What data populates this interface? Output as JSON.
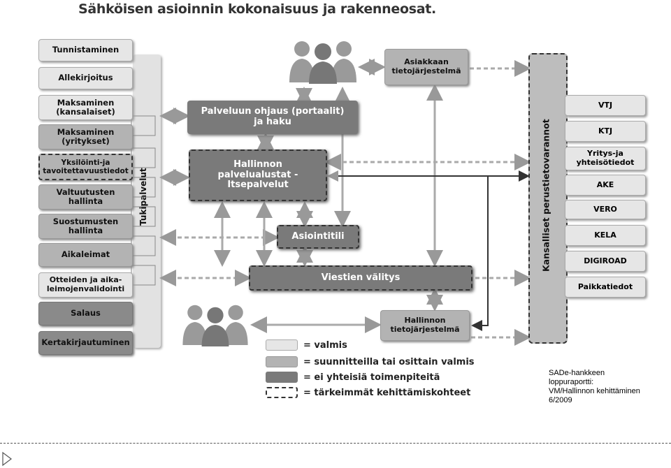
{
  "title": "Sähköisen asioinnin kokonaisuus ja rakenneosat.",
  "left_services": [
    {
      "label": "Tunnistaminen",
      "status": "light"
    },
    {
      "label": "Allekirjoitus",
      "status": "light"
    },
    {
      "label": "Maksaminen (kansalaiset)",
      "status": "light"
    },
    {
      "label": "Maksaminen (yritykset)",
      "status": "mid"
    },
    {
      "label": "Yksilöinti-ja tavoitettavuustiedot",
      "status": "mid"
    },
    {
      "label": "Valtuutusten hallinta",
      "status": "mid"
    },
    {
      "label": "Suostumusten hallinta",
      "status": "mid"
    },
    {
      "label": "Aikaleimat",
      "status": "mid"
    },
    {
      "label": "Otteiden ja aika-leimojenvalidointi",
      "status": "light"
    },
    {
      "label": "Salaus",
      "status": "dark"
    },
    {
      "label": "Kertakirjautuminen",
      "status": "dark"
    }
  ],
  "support_label": "Tukipalvelut",
  "center": {
    "portal": "Palveluun ohjaus (portaalit) ja haku",
    "platform": "Hallinnon palvelualustat -Itsepalvelut",
    "asiointitili": "Asiointitili",
    "viestien": "Viestien välitys",
    "asiakkaan": "Asiakkaan tietojärjestelmä",
    "hallinnon": "Hallinnon tietojärjestelmä"
  },
  "registries_label": "Kansalliset perustietovarannot",
  "registries": [
    "VTJ",
    "KTJ",
    "Yritys-ja yhteisötiedot",
    "AKE",
    "VERO",
    "KELA",
    "DIGIROAD",
    "Paikkatiedot"
  ],
  "legend": [
    {
      "label": "= valmis"
    },
    {
      "label": "= suunnitteilla tai osittain valmis"
    },
    {
      "label": "= ei yhteisiä toimenpiteitä"
    },
    {
      "label": "= tärkeimmät kehittämiskohteet"
    }
  ],
  "note": [
    "SADe-hankkeen",
    "loppuraportti:",
    "VM/Hallinnon kehittäminen",
    "6/2009"
  ],
  "colors": {
    "light": "#e6e6e6",
    "mid": "#b3b3b3",
    "dark": "#8a8a8a",
    "arrow": "#a8a8a8"
  },
  "icons": {
    "people": "people-group-icon",
    "nav": "triangle-play-icon"
  }
}
